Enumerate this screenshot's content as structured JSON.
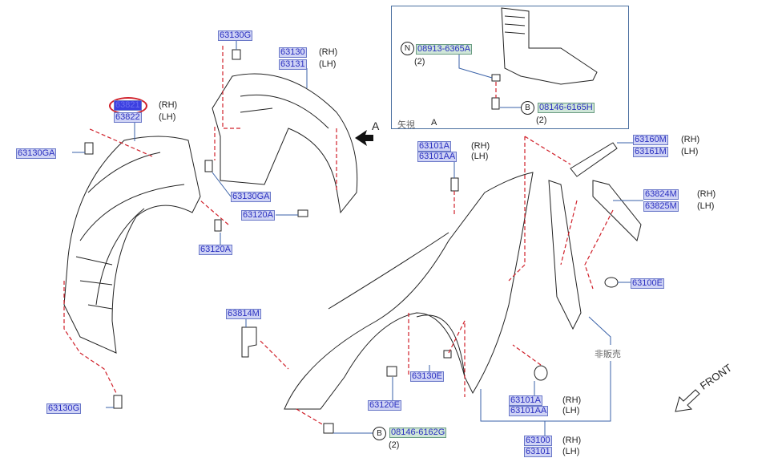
{
  "highlight_color": "#d0202a",
  "selected_part": "63821",
  "side_labels": {
    "rh": "(RH)",
    "lh": "(LH)"
  },
  "qty_two": "(2)",
  "parts": {
    "p63130G_top": "63130G",
    "p63130": "63130",
    "p63131": "63131",
    "p63821": "63821",
    "p63822": "63822",
    "p63130GA_left": "63130GA",
    "p63130GA_mid": "63130GA",
    "p63120A_right": "63120A",
    "p63120A_low": "63120A",
    "p63130G_bottom": "63130G",
    "p08913": "08913-6365A",
    "p08146_6165H": "08146-6165H",
    "p63101A_top": "63101A",
    "p63101AA_top": "63101AA",
    "p63160M": "63160M",
    "p63161M": "63161M",
    "p63824M": "63824M",
    "p63825M": "63825M",
    "p63100E": "63100E",
    "p63814M": "63814M",
    "p63130E": "63130E",
    "p63120E": "63120E",
    "p08146_6162G": "08146-6162G",
    "p63101A_bottom": "63101A",
    "p63101AA_bottom": "63101AA",
    "p63100": "63100",
    "p63101": "63101"
  },
  "circle_marks": {
    "n": "N",
    "b": "B"
  },
  "inset": {
    "view_label": "矢視",
    "view_letter": "A"
  },
  "view_arrow_letter": "A",
  "not_sold": "非販売",
  "front_label": "FRONT"
}
